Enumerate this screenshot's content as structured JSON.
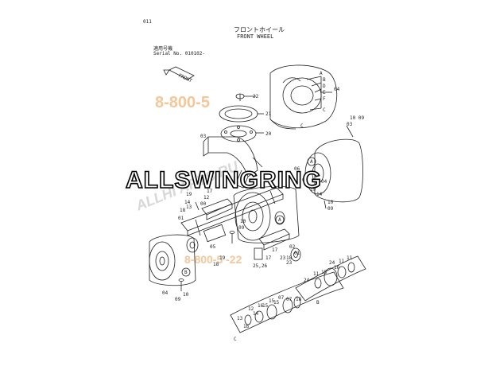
{
  "header": {
    "page_no": "011",
    "title_jp": "フロントホイール",
    "title_en": "FRONT WHEEL",
    "applicable_jp": "適用号機",
    "serial_no": "Serial No. 010102-"
  },
  "front_tag": "FRONT",
  "watermarks": {
    "main": "ALLSWINGRING",
    "phone_top": "8-800-5",
    "phone_bottom": "8-800-5    -22",
    "parts_site": "ALLHI        ARTS.RU"
  },
  "callouts": {
    "detail_letters": [
      "A",
      "B",
      "D",
      "E",
      "F",
      "C",
      "B",
      "C",
      "C",
      "A",
      "B",
      "A"
    ],
    "ref_04_detail": "04"
  },
  "part_labels": [
    "22",
    "21",
    "20",
    "03",
    "10 09",
    "03",
    "06",
    "10",
    "09",
    "17",
    "08",
    "19",
    "19",
    "12",
    "00",
    "14",
    "14",
    "18",
    "13",
    "01",
    "04",
    "10",
    "09",
    "05",
    "18",
    "17",
    "19",
    "25,26",
    "23",
    "02",
    "01",
    "18",
    "04",
    "09",
    "10",
    "23",
    "17",
    "15",
    "07",
    "18",
    "24",
    "11",
    "15",
    "11",
    "13",
    "16",
    "15",
    "12",
    "14",
    "16",
    "24",
    "11",
    "07",
    "15",
    "16"
  ]
}
